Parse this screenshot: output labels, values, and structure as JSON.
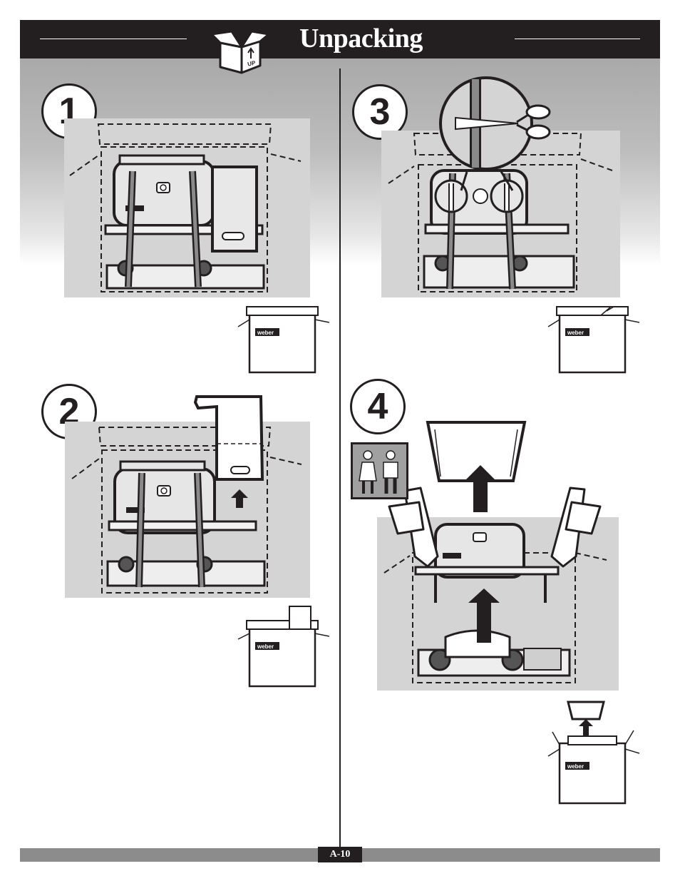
{
  "header": {
    "title": "Unpacking",
    "box_icon_text": "UP"
  },
  "brand": {
    "logo_text": "weber"
  },
  "steps": [
    {
      "number": "1"
    },
    {
      "number": "2"
    },
    {
      "number": "3"
    },
    {
      "number": "4"
    }
  ],
  "footer": {
    "page_number": "A-10"
  },
  "colors": {
    "ink": "#231f20",
    "panel_gray": "#d4d4d4",
    "footer_gray": "#8c8c8c"
  },
  "icons": [
    "open-box-icon",
    "scissors-icon",
    "two-people-icon",
    "up-arrow-icon"
  ]
}
